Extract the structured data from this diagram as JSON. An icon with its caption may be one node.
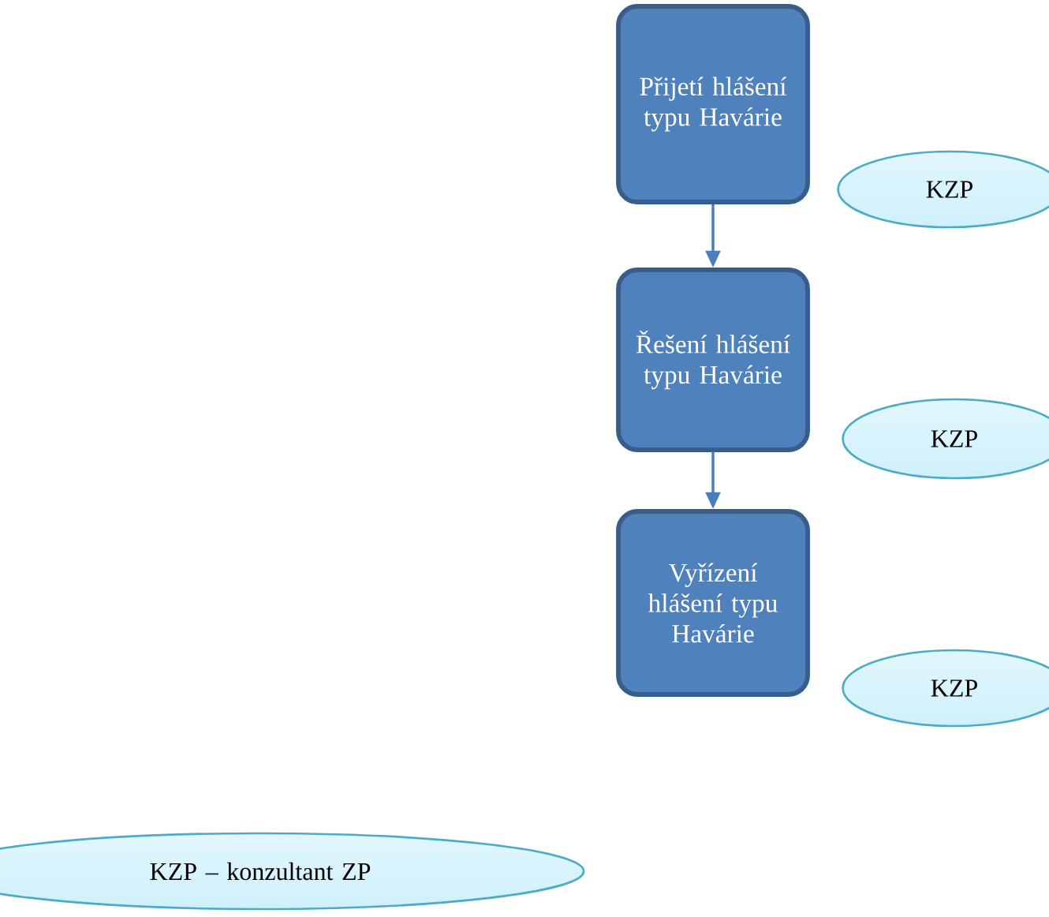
{
  "diagram": {
    "nodes": [
      {
        "text": [
          "Přijetí hlášení typu Havárie"
        ]
      },
      {
        "text": [
          "KZP"
        ]
      },
      {
        "text": [
          "Řešení hlášení typu Havárie"
        ]
      },
      {
        "text": [
          "KZP"
        ]
      },
      {
        "text": [
          "Vyřízení hlášení typu Havárie"
        ]
      },
      {
        "text": [
          "KZP"
        ]
      },
      {
        "text": [
          "KZP – konzultant ZP"
        ]
      }
    ],
    "edges": [
      {
        "from": 0,
        "to": 2,
        "arrow": "to"
      },
      {
        "from": 2,
        "to": 4,
        "arrow": "to"
      }
    ]
  }
}
